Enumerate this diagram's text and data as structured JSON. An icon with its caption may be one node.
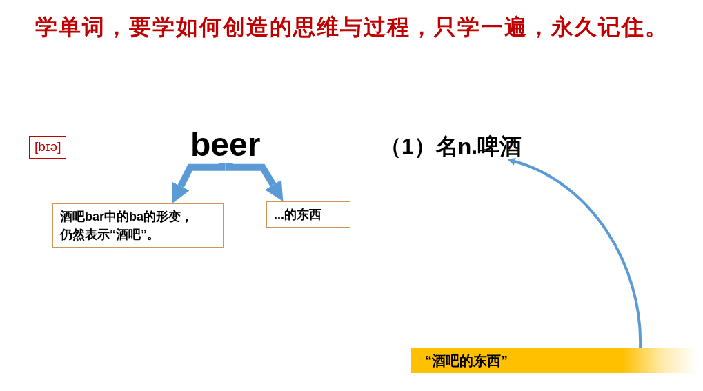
{
  "diagram": {
    "title": "学单词，要学如何创造的思维与过程，只学一遍，永久记住。",
    "nodes": [
      {
        "text": [
          "[bɪə]"
        ]
      },
      {
        "text": [
          "beer"
        ]
      },
      {
        "text": [
          "酒吧bar中的ba的形变，仍然表示“酒吧”。"
        ]
      },
      {
        "text": [
          "...的东西"
        ]
      },
      {
        "text": [
          "（1）名n.啤酒"
        ]
      },
      {
        "text": [
          "“酒吧的东西”"
        ]
      }
    ],
    "edges": [
      {
        "from": 1,
        "to": 2,
        "arrow": "to"
      },
      {
        "from": 1,
        "to": 3,
        "arrow": "to"
      },
      {
        "from": 5,
        "to": 4,
        "arrow": "to"
      }
    ]
  }
}
